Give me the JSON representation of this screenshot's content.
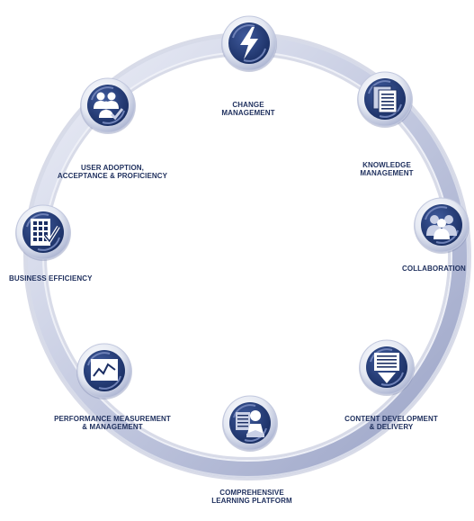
{
  "diagram": {
    "type": "cycle",
    "nodes": [
      {
        "id": "change",
        "icon": "lightning-bolt-icon",
        "lines": [
          "CHANGE",
          "MANAGEMENT"
        ]
      },
      {
        "id": "knowledge",
        "icon": "documents-icon",
        "lines": [
          "KNOWLEDGE",
          "MANAGEMENT"
        ]
      },
      {
        "id": "collaboration",
        "icon": "people-group-icon",
        "lines": [
          "COLLABORATION"
        ]
      },
      {
        "id": "content",
        "icon": "content-delivery-icon",
        "lines": [
          "CONTENT DEVELOPMENT",
          "& DELIVERY"
        ]
      },
      {
        "id": "learning",
        "icon": "reading-person-icon",
        "lines": [
          "COMPREHENSIVE",
          "LEARNING PLATFORM"
        ]
      },
      {
        "id": "performance",
        "icon": "line-chart-icon",
        "lines": [
          "PERFORMANCE MEASUREMENT",
          "& MANAGEMENT"
        ]
      },
      {
        "id": "business",
        "icon": "building-checkmark-icon",
        "lines": [
          "BUSINESS EFFICIENCY"
        ]
      },
      {
        "id": "adoption",
        "icon": "users-checkmark-icon",
        "lines": [
          "USER ADOPTION,",
          "ACCEPTANCE & PROFICIENCY"
        ]
      }
    ]
  },
  "colors": {
    "ring_light": "#e6e9f4",
    "ring_mid": "#b9c0da",
    "ring_dark": "#8e97bd",
    "badge_dark": "#1b2e63",
    "badge_mid": "#34508f",
    "badge_ring": "#dfe3ef",
    "label": "#1e2f5d"
  }
}
